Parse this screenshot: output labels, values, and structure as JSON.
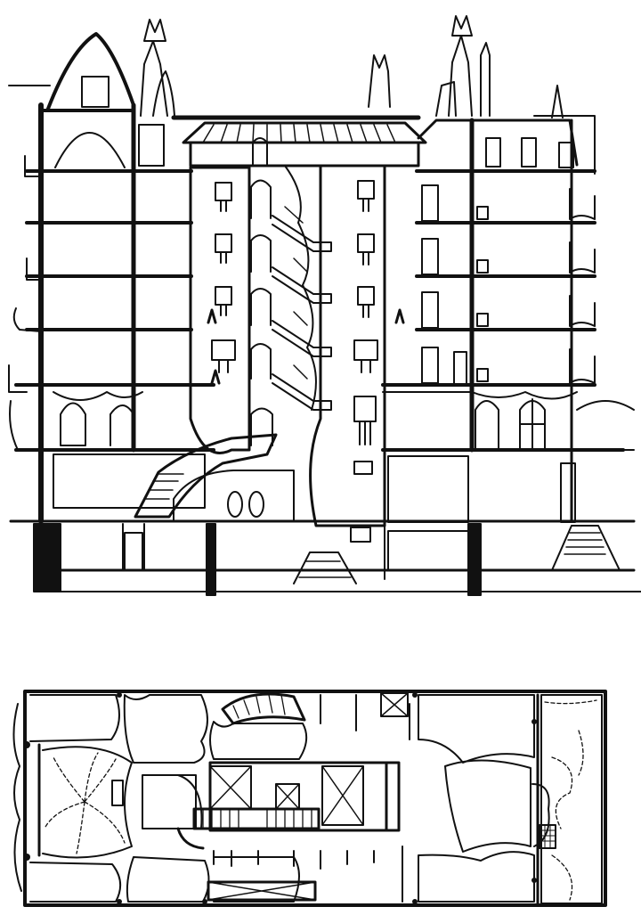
{
  "drawing": {
    "style": "black-ink architectural line drawing on white",
    "colors": {
      "ink": "#111111",
      "paper": "#ffffff"
    },
    "views": [
      {
        "key": "section",
        "kind": "building-cross-section"
      },
      {
        "key": "plan",
        "kind": "floor-plan"
      }
    ]
  }
}
